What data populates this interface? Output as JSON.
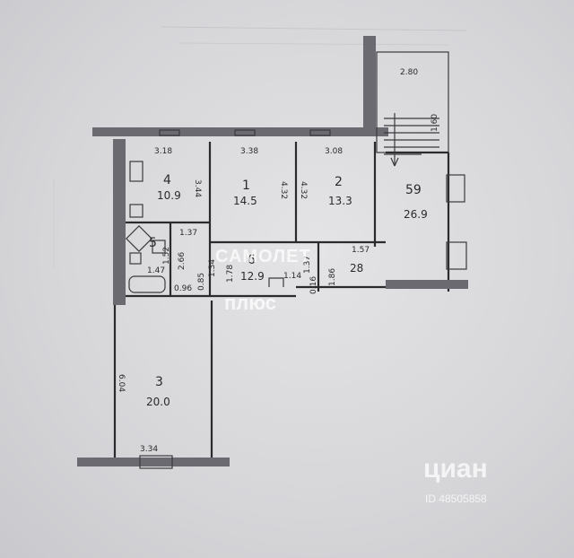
{
  "rooms": [
    {
      "id": "1",
      "area": "14.5"
    },
    {
      "id": "2",
      "area": "13.3"
    },
    {
      "id": "3",
      "area": "20.0"
    },
    {
      "id": "4",
      "area": "10.9"
    },
    {
      "id": "5",
      "area": ""
    },
    {
      "id": "6",
      "area": "12.9"
    },
    {
      "id": "",
      "area": "28"
    },
    {
      "id": "59",
      "area": "26.9"
    }
  ],
  "dimensions": {
    "d1": "3.18",
    "d2": "3.38",
    "d3": "3.08",
    "d4": "2.80",
    "d5": "1.60",
    "d6": "3.44",
    "d7": "4.32",
    "d8": "4.32",
    "d9": "1.37",
    "d10": "2.66",
    "d11": "1.52",
    "d12": "1.34",
    "d13": "1.78",
    "d14": "1.37",
    "d15": "1.57",
    "d16": "1.86",
    "d17": "1.14",
    "d18": "0.96",
    "d19": "0.85",
    "d20": "0.16",
    "d21": "6.04",
    "d22": "3.34",
    "d23": "1.47"
  },
  "watermarks": {
    "w1": "САМОЛЕТ",
    "w2": "плюс",
    "w3": "циан",
    "w4": "ID 48505858"
  }
}
